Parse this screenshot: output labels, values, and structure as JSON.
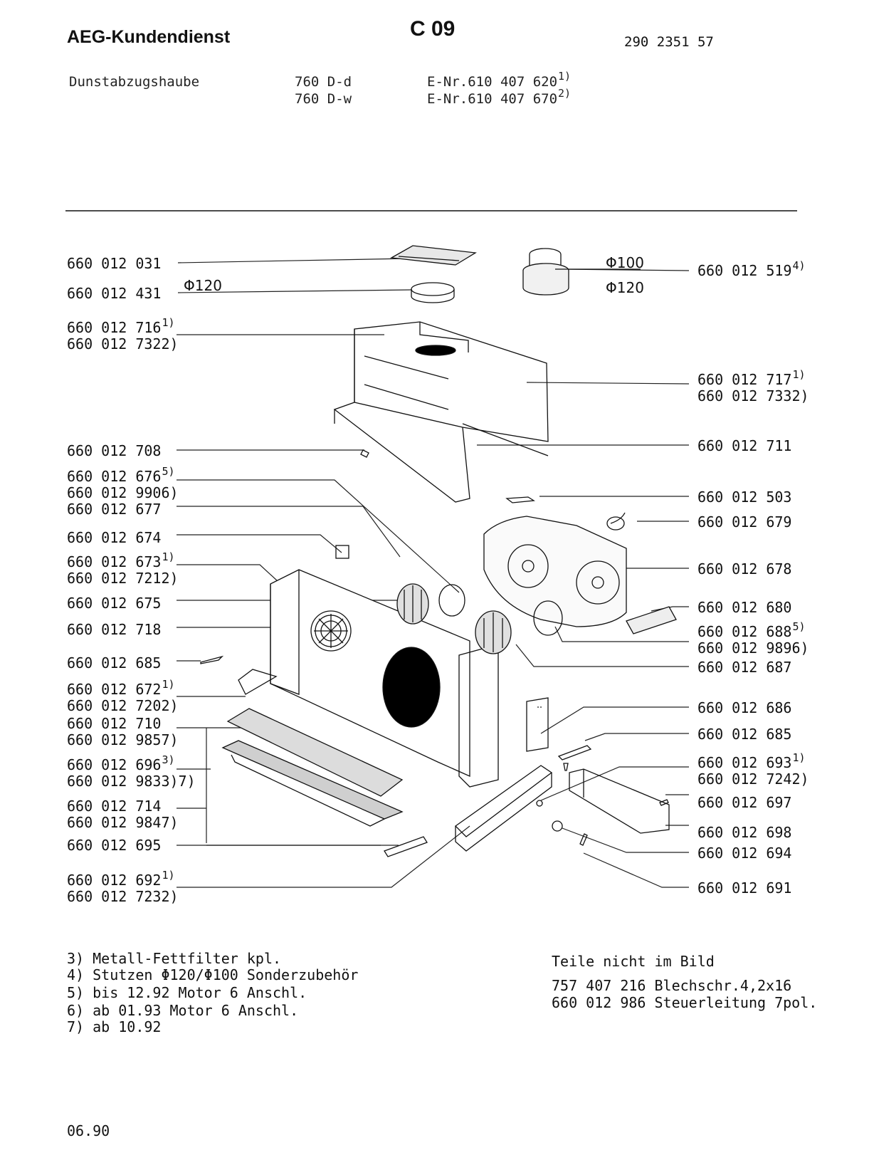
{
  "header": {
    "brand": "AEG-Kundendienst",
    "page_code": "C 09",
    "doc_number": "290 2351 57",
    "product": "Dunstabzugshaube",
    "models": [
      "760 D-d",
      "760 D-w"
    ],
    "e_numbers": [
      "E-Nr.610 407 620",
      "E-Nr.610 407 670"
    ],
    "e_number_refs": [
      "1)",
      "2)"
    ]
  },
  "dimensions": {
    "d120_left": "Φ120",
    "d100": "Φ100",
    "d120_right": "Φ120"
  },
  "left_parts": [
    {
      "num": "660 012 031",
      "ref": ""
    },
    {
      "num": "660 012 431",
      "ref": ""
    },
    {
      "num": "660 012 716",
      "ref": "1)"
    },
    {
      "num": "660 012 732",
      "ref": "2)"
    },
    {
      "num": "660 012 708",
      "ref": ""
    },
    {
      "num": "660 012 676",
      "ref": "5)"
    },
    {
      "num": "660 012 990",
      "ref": "6)"
    },
    {
      "num": "660 012 677",
      "ref": ""
    },
    {
      "num": "660 012 674",
      "ref": ""
    },
    {
      "num": "660 012 673",
      "ref": "1)"
    },
    {
      "num": "660 012 721",
      "ref": "2)"
    },
    {
      "num": "660 012 675",
      "ref": ""
    },
    {
      "num": "660 012 718",
      "ref": ""
    },
    {
      "num": "660 012 685",
      "ref": ""
    },
    {
      "num": "660 012 672",
      "ref": "1)"
    },
    {
      "num": "660 012 720",
      "ref": "2)"
    },
    {
      "num": "660 012 710",
      "ref": ""
    },
    {
      "num": "660 012 985",
      "ref": "7)"
    },
    {
      "num": "660 012 696",
      "ref": "3)"
    },
    {
      "num": "660 012 983",
      "ref": "3)7)"
    },
    {
      "num": "660 012 714",
      "ref": ""
    },
    {
      "num": "660 012 984",
      "ref": "7)"
    },
    {
      "num": "660 012 695",
      "ref": ""
    },
    {
      "num": "660 012 692",
      "ref": "1)"
    },
    {
      "num": "660 012 723",
      "ref": "2)"
    }
  ],
  "right_parts": [
    {
      "num": "660 012 519",
      "ref": "4)"
    },
    {
      "num": "660 012 717",
      "ref": "1)"
    },
    {
      "num": "660 012 733",
      "ref": "2)"
    },
    {
      "num": "660 012 711",
      "ref": ""
    },
    {
      "num": "660 012 503",
      "ref": ""
    },
    {
      "num": "660 012 679",
      "ref": ""
    },
    {
      "num": "660 012 678",
      "ref": ""
    },
    {
      "num": "660 012 680",
      "ref": ""
    },
    {
      "num": "660 012 688",
      "ref": "5)"
    },
    {
      "num": "660 012 989",
      "ref": "6)"
    },
    {
      "num": "660 012 687",
      "ref": ""
    },
    {
      "num": "660 012 686",
      "ref": ""
    },
    {
      "num": "660 012 685",
      "ref": ""
    },
    {
      "num": "660 012 693",
      "ref": "1)"
    },
    {
      "num": "660 012 724",
      "ref": "2)"
    },
    {
      "num": "660 012 697",
      "ref": ""
    },
    {
      "num": "660 012 698",
      "ref": ""
    },
    {
      "num": "660 012 694",
      "ref": ""
    },
    {
      "num": "660 012 691",
      "ref": ""
    }
  ],
  "footnotes": [
    "3) Metall-Fettfilter kpl.",
    "4) Stutzen Φ120/Φ100 Sonderzubehör",
    "5) bis  12.92 Motor 6 Anschl.",
    "6) ab   01.93 Motor 6 Anschl.",
    "7) ab   10.92"
  ],
  "not_shown": {
    "title": "Teile nicht im Bild",
    "items": [
      "757 407 216 Blechschr.4,2x16",
      "660 012 986 Steuerleitung 7pol."
    ]
  },
  "footer_date": "06.90"
}
